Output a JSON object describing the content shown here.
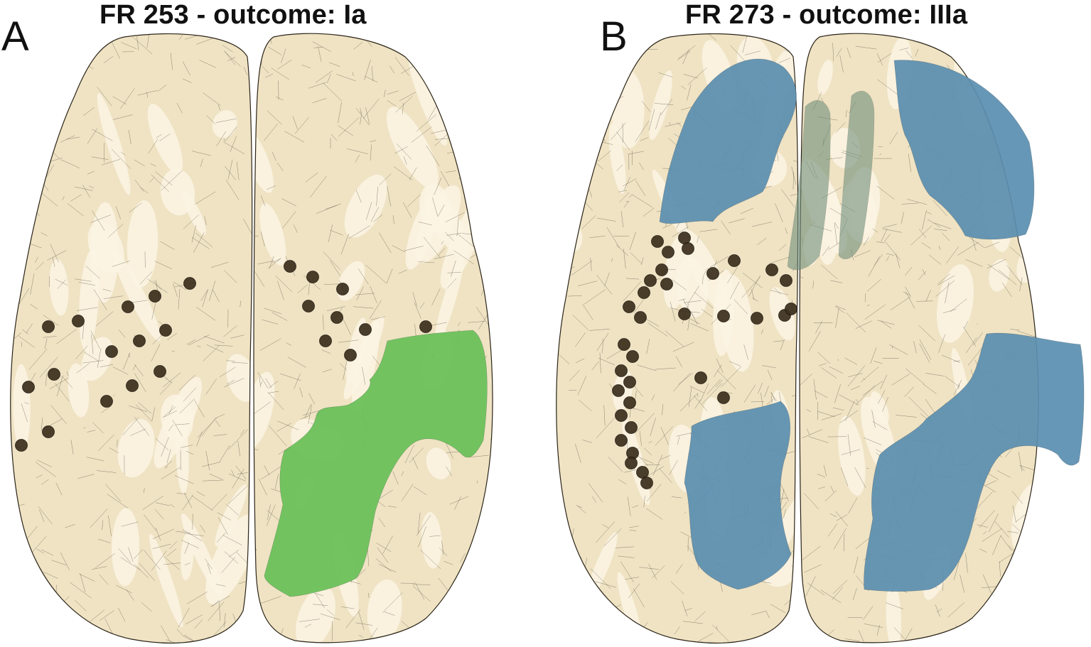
{
  "colors": {
    "brain_fill": "#efe3c4",
    "brain_light": "#fbf5e4",
    "mesh_line": "#3a3226",
    "resection_green": "#6cc25b",
    "resection_blue": "#5b8fb0",
    "electrode": "#3b2e1c"
  },
  "panels": [
    {
      "letter": "A",
      "title": "FR 253 - outcome: Ia",
      "highlight": "green"
    },
    {
      "letter": "B",
      "title": "FR 273 - outcome: IIIa",
      "highlight": "blue"
    }
  ]
}
